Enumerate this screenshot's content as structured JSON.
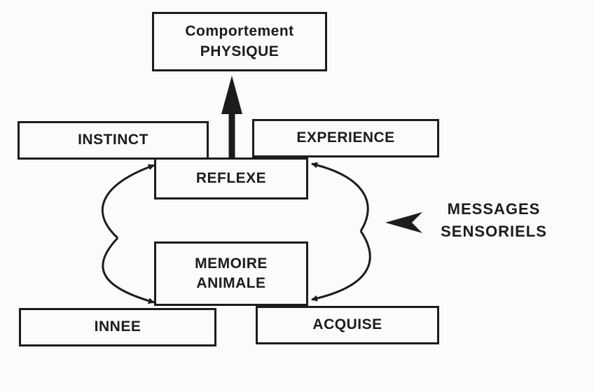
{
  "diagram": {
    "top": {
      "line1": "Comportement",
      "line2": "PHYSIQUE"
    },
    "instinct": "INSTINCT",
    "experience": "EXPERIENCE",
    "reflexe": "REFLEXE",
    "memoire": {
      "line1": "MEMOIRE",
      "line2": "ANIMALE"
    },
    "innee": "INNEE",
    "acquise": "ACQUISE",
    "messages": {
      "line1": "MESSAGES",
      "line2": "SENSORIELS"
    }
  },
  "colors": {
    "ink": "#1c1c1c",
    "paper": "#fbfbf9"
  }
}
